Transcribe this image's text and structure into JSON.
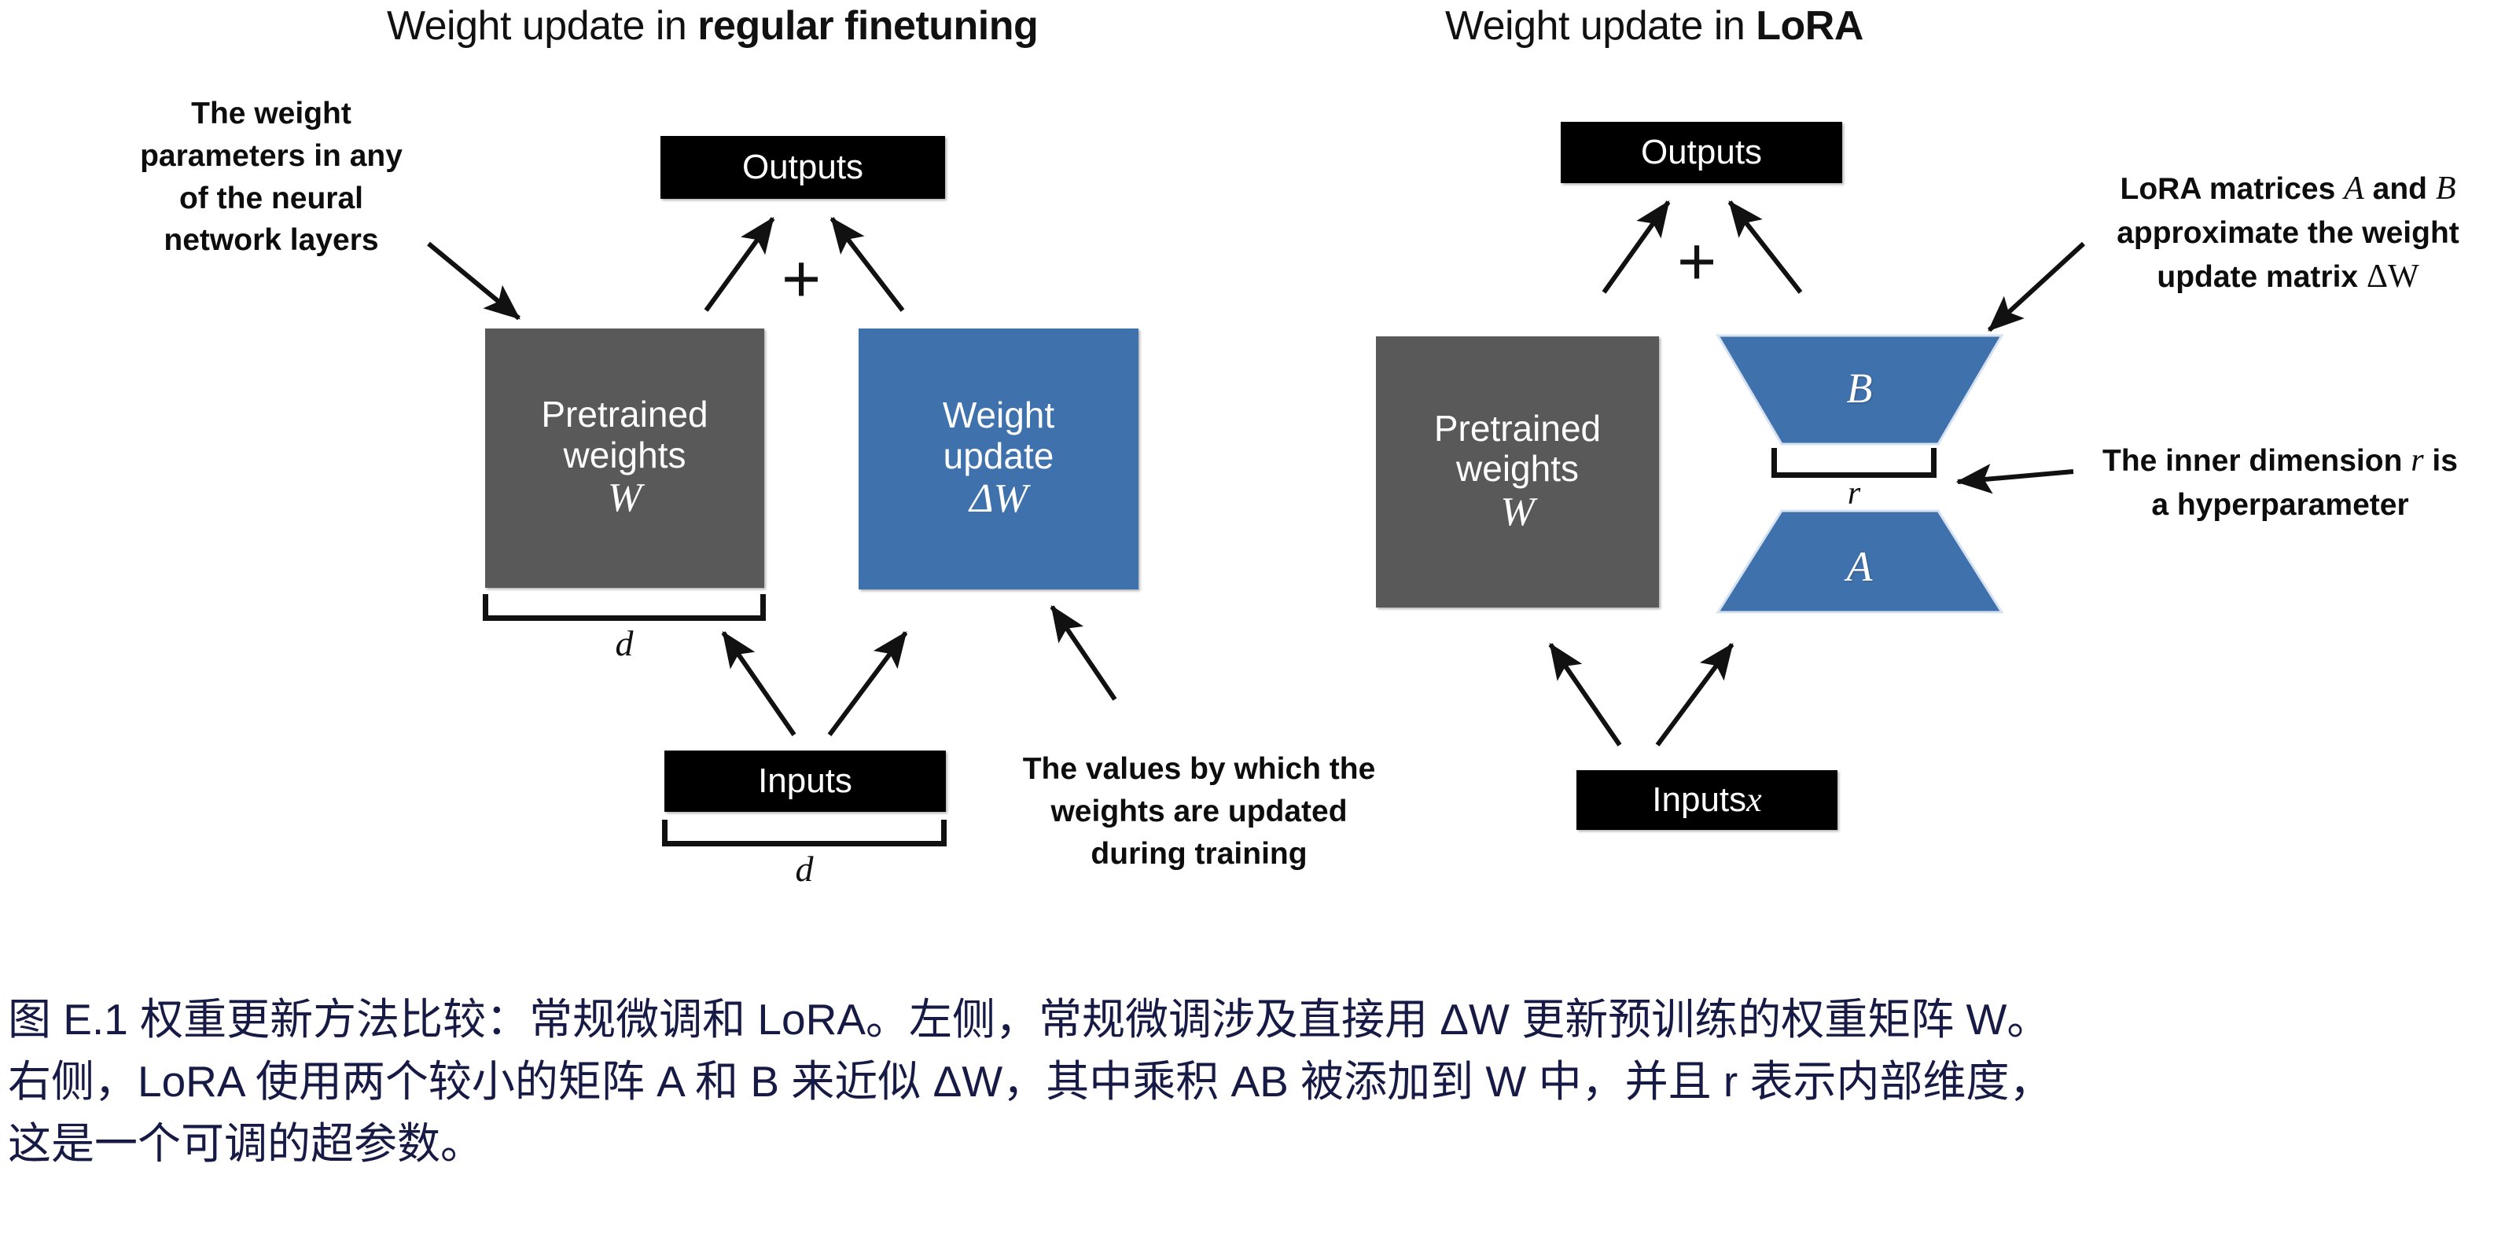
{
  "figure": {
    "left_panel": {
      "title_prefix": "Weight update in ",
      "title_bold": "regular finetuning",
      "callout_left": [
        "The weight",
        "parameters in any",
        "of the neural",
        "network layers"
      ],
      "callout_bottom": [
        "The values by which the",
        "weights are updated",
        "during training"
      ],
      "outputs_label": "Outputs",
      "plus_symbol": "+",
      "pretrained_line1": "Pretrained",
      "pretrained_line2": "weights",
      "pretrained_symbol": "W",
      "update_line1": "Weight",
      "update_line2": "update",
      "update_symbol": "ΔW",
      "inputs_label": "Inputs",
      "dim_weights": "d",
      "dim_inputs": "d"
    },
    "right_panel": {
      "title_prefix": "Weight update in ",
      "title_bold": "LoRA",
      "outputs_label": "Outputs",
      "plus_symbol": "+",
      "pretrained_line1": "Pretrained",
      "pretrained_line2": "weights",
      "pretrained_symbol": "W",
      "matrix_b_label": "B",
      "matrix_a_label": "A",
      "inner_dim_label": "r",
      "inputs_label": "Inputs ",
      "inputs_symbol": "x",
      "callout_matrices": {
        "line1_prefix": "LoRA matrices ",
        "line1_a": "A",
        "line1_mid": " and ",
        "line1_b": "B",
        "line2": "approximate the weight",
        "line3_prefix": "update matrix ",
        "line3_sym": "ΔW"
      },
      "callout_rank": {
        "line1_prefix": "The inner dimension ",
        "line1_sym": "r",
        "line1_suffix": " is",
        "line2": "a hyperparameter"
      }
    },
    "caption": {
      "line1": "图 E.1 权重更新方法比较：常规微调和 LoRA。左侧，常规微调涉及直接用 ΔW 更新预训练的权重矩阵 W。",
      "line2": "右侧，LoRA 使用两个较小的矩阵 A 和 B 来近似 ΔW，其中乘积 AB 被添加到 W 中，并且 r 表示内部维度，",
      "line3": "这是一个可调的超参数。"
    },
    "colors": {
      "blue": "#3f72ac",
      "gray": "#595959",
      "black": "#000000",
      "caption_text": "#171a45",
      "background": "#ffffff"
    }
  }
}
